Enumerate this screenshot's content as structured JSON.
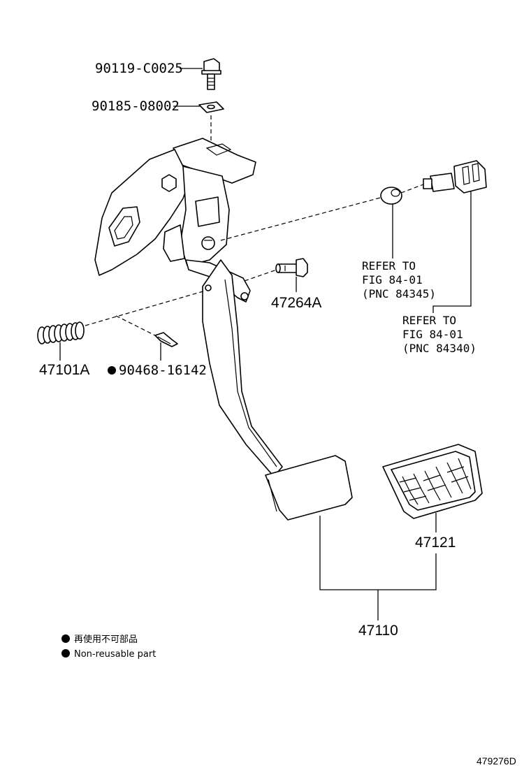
{
  "parts": {
    "bolt": "90119-C0025",
    "washer": "90185-08002",
    "pin": "47264A",
    "spring": "47101A",
    "clip": "90468-16142",
    "pad": "47121",
    "pedal_assy": "47110"
  },
  "refs": {
    "ref1": {
      "line1": "REFER TO",
      "line2": "FIG 84-01",
      "line3": "(PNC 84345)"
    },
    "ref2": {
      "line1": "REFER TO",
      "line2": "FIG 84-01",
      "line3": "(PNC 84340)"
    }
  },
  "legend": {
    "line_jp": "再使用不可部品",
    "line_en": "Non-reusable part"
  },
  "diagram_code": "479276D"
}
